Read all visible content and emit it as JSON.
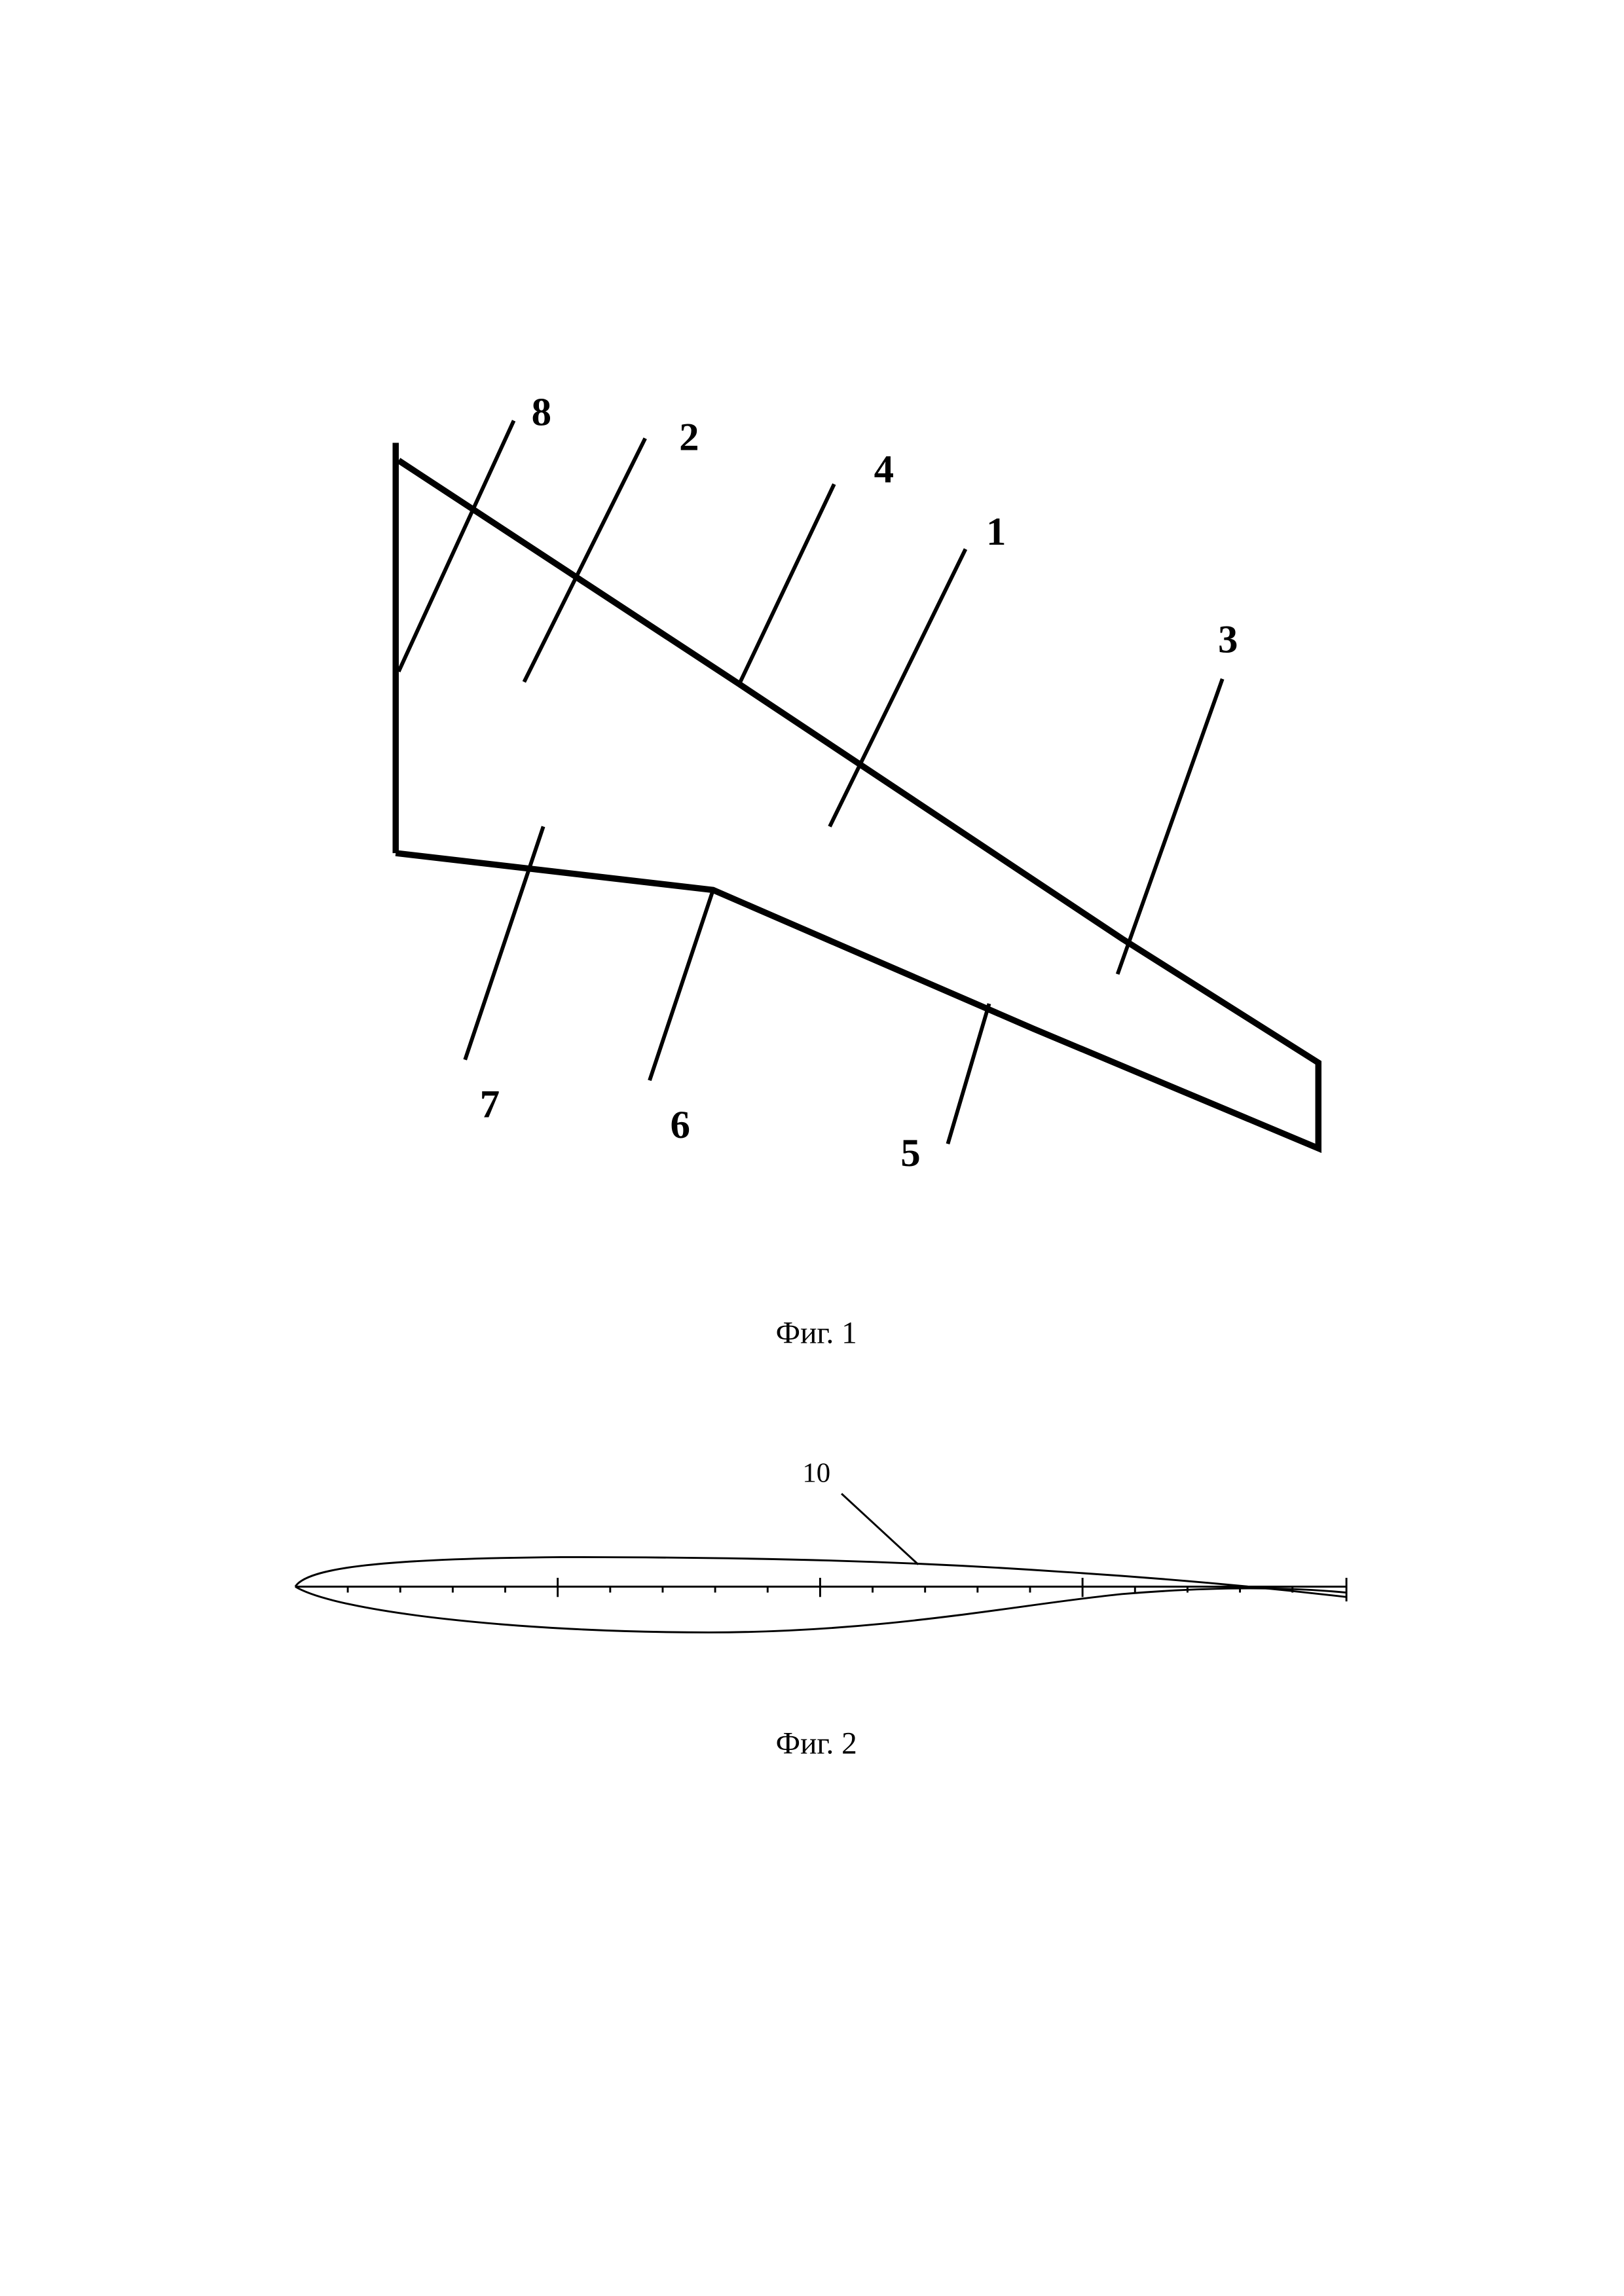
{
  "figure1": {
    "caption": "Фиг. 1",
    "labels": {
      "l1": "1",
      "l2": "2",
      "l3": "3",
      "l4": "4",
      "l5": "5",
      "l6": "6",
      "l7": "7",
      "l8": "8"
    }
  },
  "figure2": {
    "caption": "Фиг. 2",
    "labels": {
      "l10": "10"
    }
  }
}
